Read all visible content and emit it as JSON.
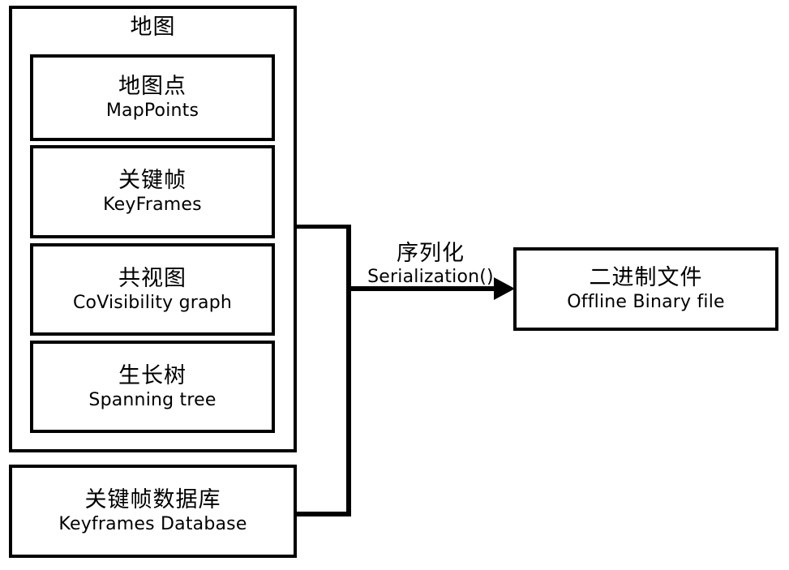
{
  "diagram": {
    "title_cn": "地图",
    "map_container": {
      "label_cn": "地图",
      "components": [
        {
          "name": "mappoints",
          "cn": "地图点",
          "en": "MapPoints"
        },
        {
          "name": "keyframes",
          "cn": "关键帧",
          "en": "KeyFrames"
        },
        {
          "name": "covisibility",
          "cn": "共视图",
          "en": "CoVisibility graph"
        },
        {
          "name": "spanningtree",
          "cn": "生长树",
          "en": "Spanning tree"
        }
      ]
    },
    "keyframes_database": {
      "cn": "关键帧数据库",
      "en": "Keyframes Database"
    },
    "binary_file": {
      "cn": "二进制文件",
      "en": "Offline Binary file"
    },
    "edge": {
      "cn": "序列化",
      "en": "Serialization()",
      "direction": "right"
    },
    "colors": {
      "stroke": "#000000",
      "fill": "#ffffff",
      "text": "#000000"
    }
  }
}
